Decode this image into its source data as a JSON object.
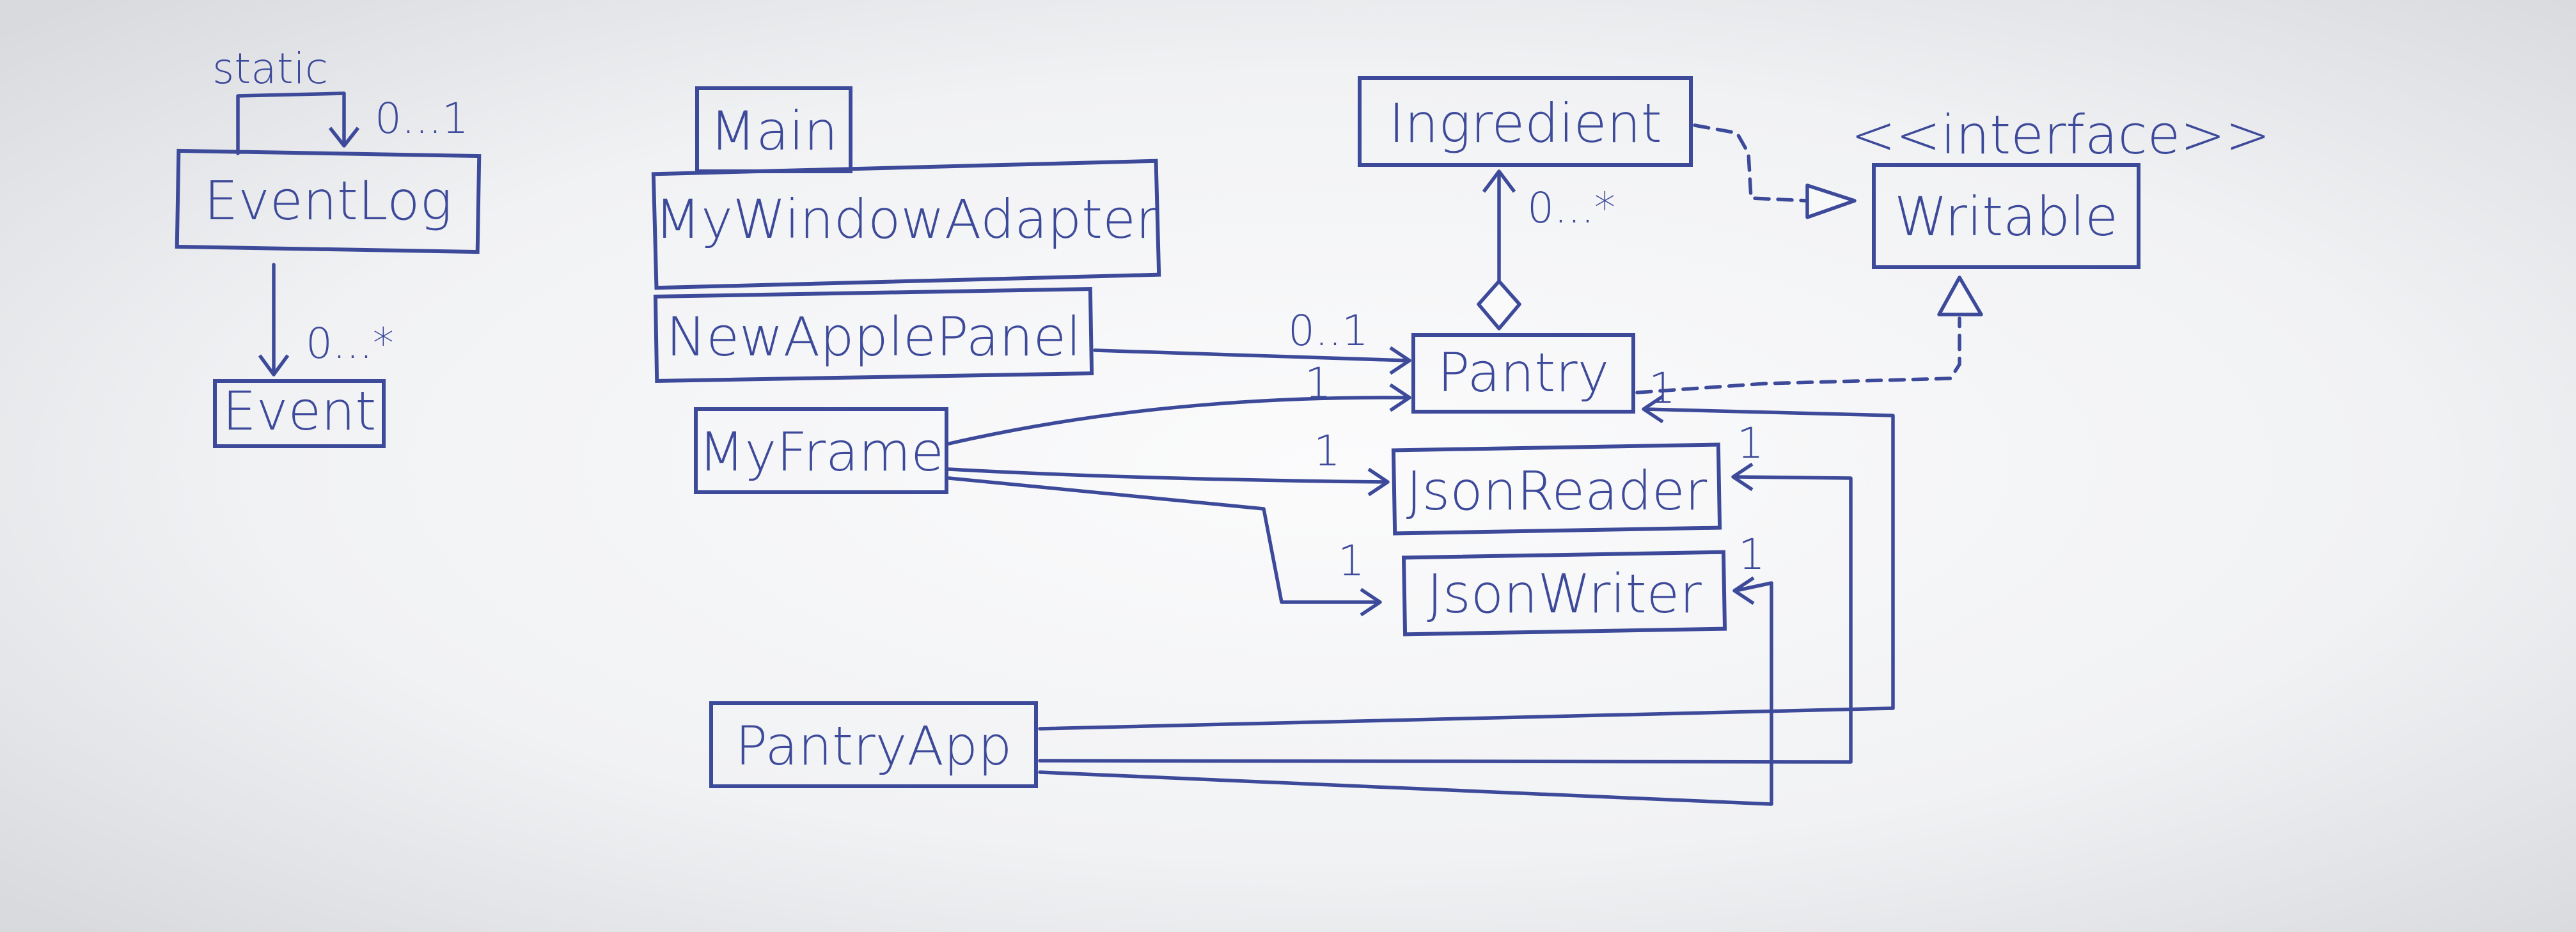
{
  "classes": {
    "eventlog": "EventLog",
    "event": "Event",
    "main": "Main",
    "mywindowadapter": "MyWindowAdapter",
    "newapplepanel": "NewApplePanel",
    "myframe": "MyFrame",
    "pantryapp": "PantryApp",
    "ingredient": "Ingredient",
    "writable": "Writable",
    "pantry": "Pantry",
    "jsonreader": "JsonReader",
    "jsonwriter": "JsonWriter"
  },
  "stereotypes": {
    "writable": "<<interface>>"
  },
  "labels": {
    "static": "static",
    "eventlog_self_mult": "0...1",
    "eventlog_event_mult": "0...*",
    "ingredient_mult": "0...*",
    "newapplepanel_pantry_mult": "0..1",
    "myframe_pantry_mult": "1",
    "myframe_jsonreader_mult": "1",
    "myframe_jsonwriter_mult": "1",
    "pantryapp_pantry_mult": "1",
    "pantryapp_jsonreader_mult": "1",
    "pantryapp_jsonwriter_mult": "1"
  }
}
